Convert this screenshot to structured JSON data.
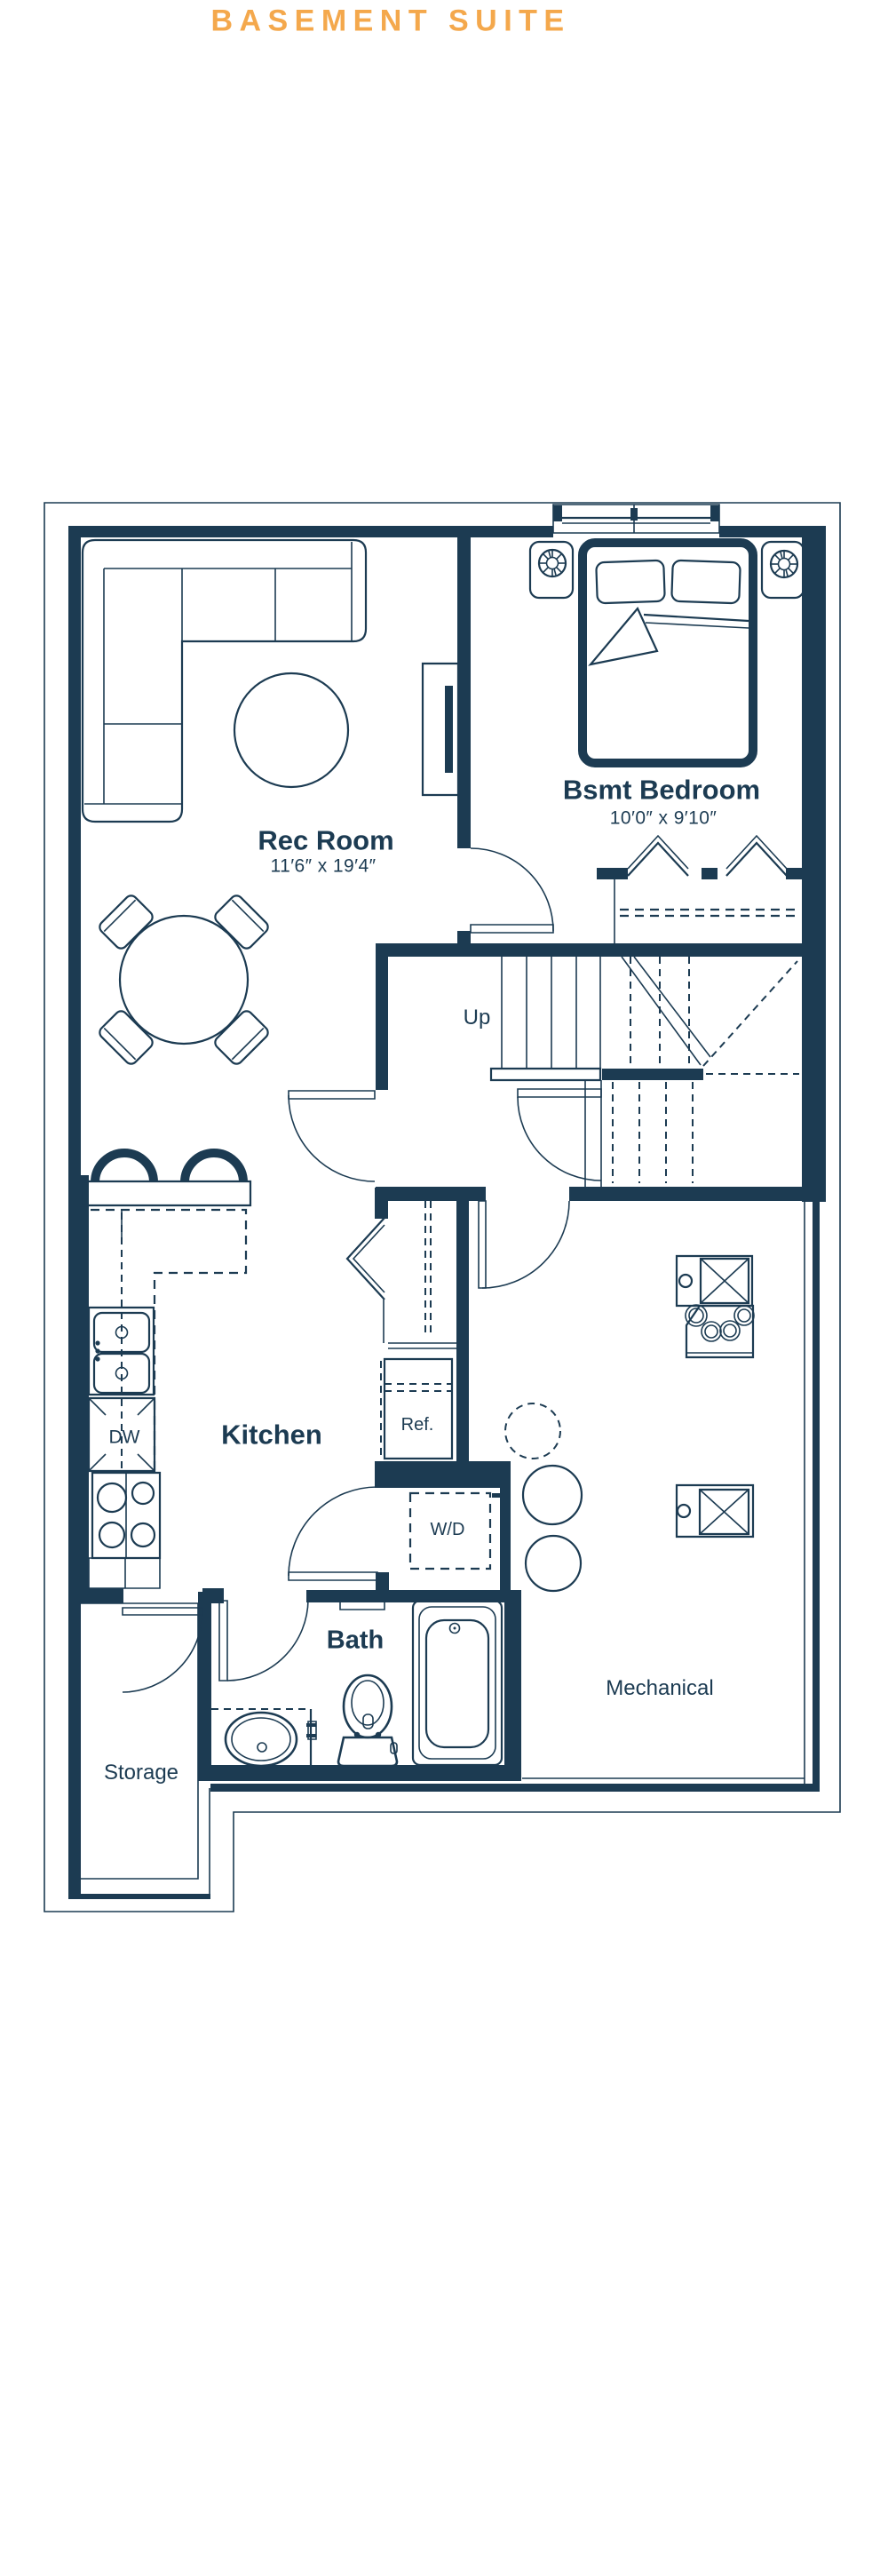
{
  "page_title": "BASEMENT SUITE",
  "colors": {
    "accent": "#F4A84C",
    "plan": "#1C3B52"
  },
  "rooms": {
    "rec_room": {
      "name": "Rec Room",
      "dimensions": "11′6″ x 19′4″"
    },
    "bedroom": {
      "name": "Bsmt Bedroom",
      "dimensions": "10′0″ x 9′10″"
    },
    "kitchen": {
      "name": "Kitchen"
    },
    "bath": {
      "name": "Bath"
    },
    "storage": {
      "name": "Storage"
    },
    "mechanical": {
      "name": "Mechanical"
    }
  },
  "annotations": {
    "stairs": "Up",
    "dishwasher": "DW",
    "refrigerator": "Ref.",
    "washer_dryer": "W/D"
  }
}
